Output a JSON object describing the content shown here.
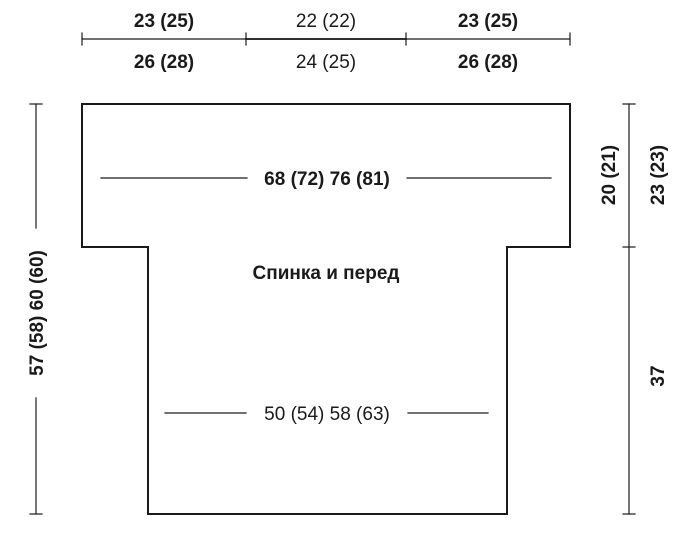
{
  "top_dimensions": {
    "row1": [
      "23 (25)",
      "22 (22)",
      "23 (25)"
    ],
    "row2": [
      "26 (28)",
      "24 (25)",
      "26 (28)"
    ]
  },
  "upper_width": "68 (72) 76 (81)",
  "lower_width": "50 (54) 58 (63)",
  "piece_label": "Спинка и перед",
  "left_height": "57 (58) 60 (60)",
  "right_dimensions": {
    "sleeve_height_a": "20 (21)",
    "sleeve_height_b": "23 (23)",
    "body_height": "37"
  },
  "colors": {
    "line": "#1a1a1a",
    "background": "#ffffff"
  }
}
